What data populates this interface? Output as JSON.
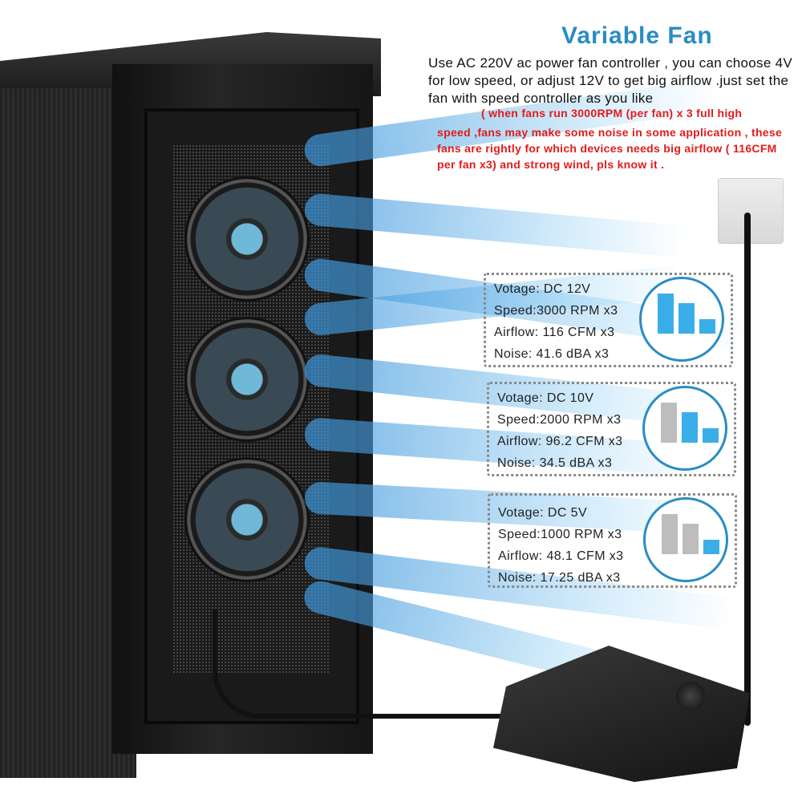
{
  "title": "Variable Fan",
  "description": "Use AC 220V ac power fan controller , you can choose 4V for low speed, or adjust 12V to get big airflow .just set the fan with speed controller as you like",
  "warning_line1": "( when fans run 3000RPM (per fan) x 3 full high",
  "warning_rest": "speed ,fans may make some noise in some application , these fans are rightly for which devices needs big airflow ( 116CFM per fan x3) and strong wind, pls know it .",
  "modes": [
    {
      "voltage": "Votage: DC 12V",
      "speed": "Speed:3000 RPM x3",
      "airflow": "Airflow: 116 CFM x3",
      "noise": "Noise: 41.6 dBA x3",
      "active_bars": 3
    },
    {
      "voltage": "Votage: DC 10V",
      "speed": "Speed:2000 RPM x3",
      "airflow": "Airflow: 96.2 CFM x3",
      "noise": "Noise: 34.5 dBA x3",
      "active_bars": 2
    },
    {
      "voltage": "Votage: DC 5V",
      "speed": "Speed:1000 RPM x3",
      "airflow": "Airflow: 48.1 CFM x3",
      "noise": "Noise: 17.25 dBA x3",
      "active_bars": 1
    }
  ],
  "colors": {
    "accent": "#2a8cc4",
    "warning": "#e31b1b",
    "bar_active": "#3aaee8",
    "bar_inactive": "#bdbdbd"
  }
}
